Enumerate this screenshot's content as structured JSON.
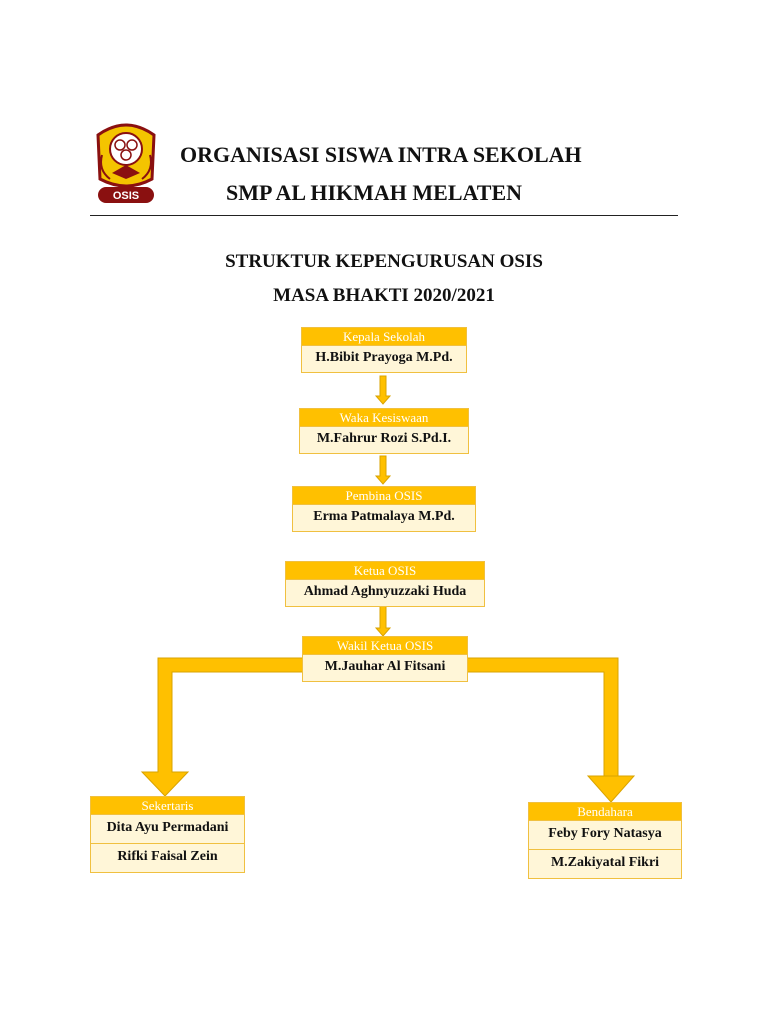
{
  "header": {
    "line1": "ORGANISASI SISWA INTRA SEKOLAH",
    "line2": "SMP AL HIKMAH MELATEN",
    "logo_text": "OSIS"
  },
  "subtitle": {
    "line1": "STRUKTUR KEPENGURUSAN OSIS",
    "line2": "MASA BHAKTI 2020/2021"
  },
  "org": {
    "kepala": {
      "role": "Kepala Sekolah",
      "name": "H.Bibit Prayoga M.Pd."
    },
    "waka": {
      "role": "Waka Kesiswaan",
      "name": "M.Fahrur Rozi S.Pd.I."
    },
    "pembina": {
      "role": "Pembina OSIS",
      "name": "Erma Patmalaya M.Pd."
    },
    "ketua": {
      "role": "Ketua OSIS",
      "name": "Ahmad Aghnyuzzaki Huda"
    },
    "wakil": {
      "role": "Wakil Ketua OSIS",
      "name": "M.Jauhar Al Fitsani"
    },
    "sekretaris": {
      "role": "Sekertaris",
      "names": [
        "Dita Ayu Permadani",
        "Rifki Faisal Zein"
      ]
    },
    "bendahara": {
      "role": "Bendahara",
      "names": [
        "Feby Fory Natasya",
        "M.Zakiyatal Fikri"
      ]
    }
  },
  "colors": {
    "header_fill": "#ffc000",
    "box_fill": "#fff6d8",
    "arrow_fill": "#ffc000"
  }
}
